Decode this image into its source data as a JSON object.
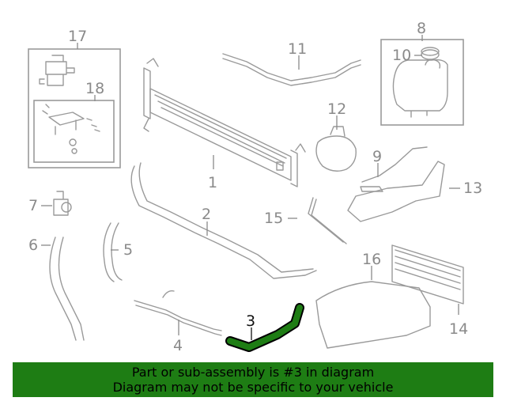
{
  "highlight_color": "#1e7d14",
  "callouts": {
    "c1": "1",
    "c2": "2",
    "c3": "3",
    "c4": "4",
    "c5": "5",
    "c6": "6",
    "c7": "7",
    "c8": "8",
    "c9": "9",
    "c10": "10",
    "c11": "11",
    "c12": "12",
    "c13": "13",
    "c14": "14",
    "c15": "15",
    "c16": "16",
    "c17": "17",
    "c18": "18"
  },
  "banner": {
    "line1": "Part or sub-assembly is #3 in diagram",
    "line2": "Diagram may not be specific to your vehicle"
  }
}
